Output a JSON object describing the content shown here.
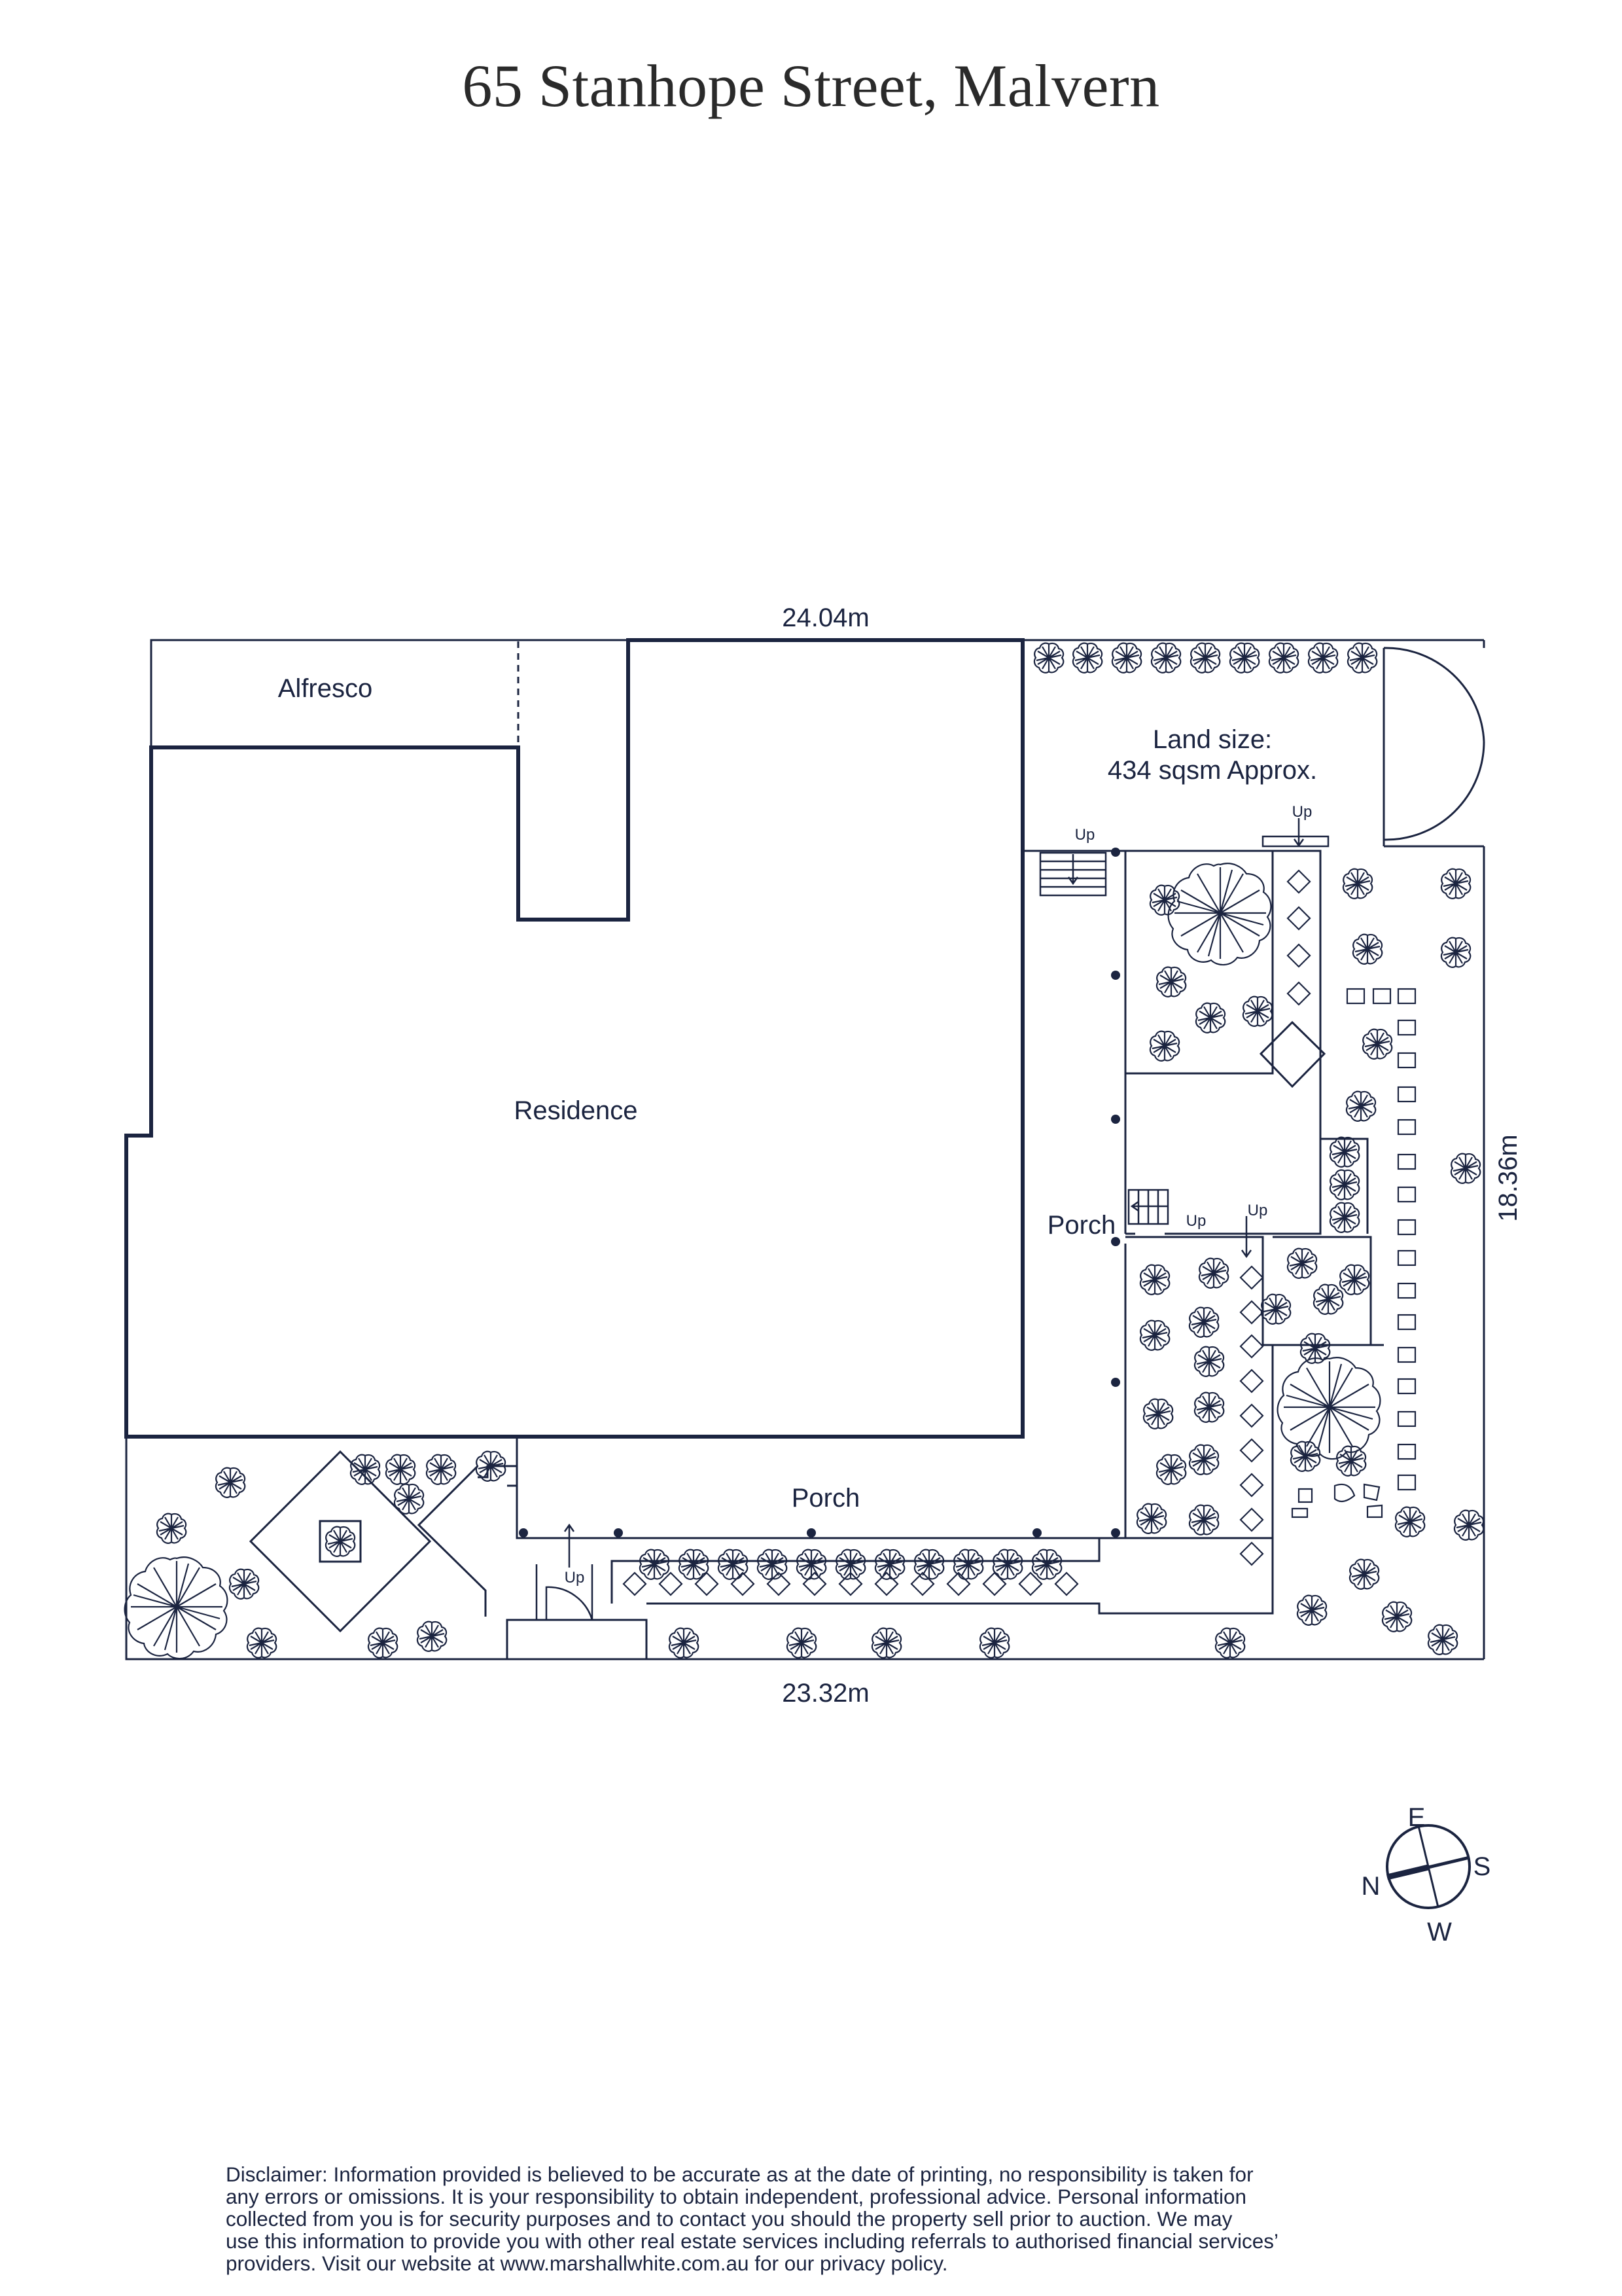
{
  "title": "65 Stanhope Street, Malvern",
  "colors": {
    "line": "#1b2440",
    "text": "#1b2440",
    "title": "#2a2a2a",
    "background": "#ffffff"
  },
  "plan": {
    "dimensions": {
      "top": "24.04m",
      "bottom": "23.32m",
      "right": "18.36m"
    },
    "rooms": {
      "alfresco": "Alfresco",
      "residence": "Residence",
      "porch_side": "Porch",
      "porch_front": "Porch"
    },
    "land_size": {
      "line1": "Land size:",
      "line2": "434 sqsm Approx."
    },
    "stair_labels": [
      "Up",
      "Up",
      "Up",
      "Up",
      "Up"
    ],
    "icons": [
      "tree-icon",
      "shrub-icon",
      "stepping-stone-icon",
      "paver-icon",
      "door-swing-icon",
      "staircase-icon",
      "post-icon",
      "up-arrow-icon"
    ]
  },
  "compass": {
    "n": "N",
    "e": "E",
    "s": "S",
    "w": "W"
  },
  "disclaimer": [
    "Disclaimer: Information provided is believed to be accurate as at the date of printing, no responsibility is taken for",
    "any errors or omissions. It is your responsibility to obtain independent, professional advice. Personal information",
    "collected from you is for security purposes and to contact you should the property sell prior to auction. We may",
    "use this information to provide you with other real estate services including referrals to authorised financial services’",
    "providers. Visit our website at www.marshallwhite.com.au for our privacy policy."
  ]
}
